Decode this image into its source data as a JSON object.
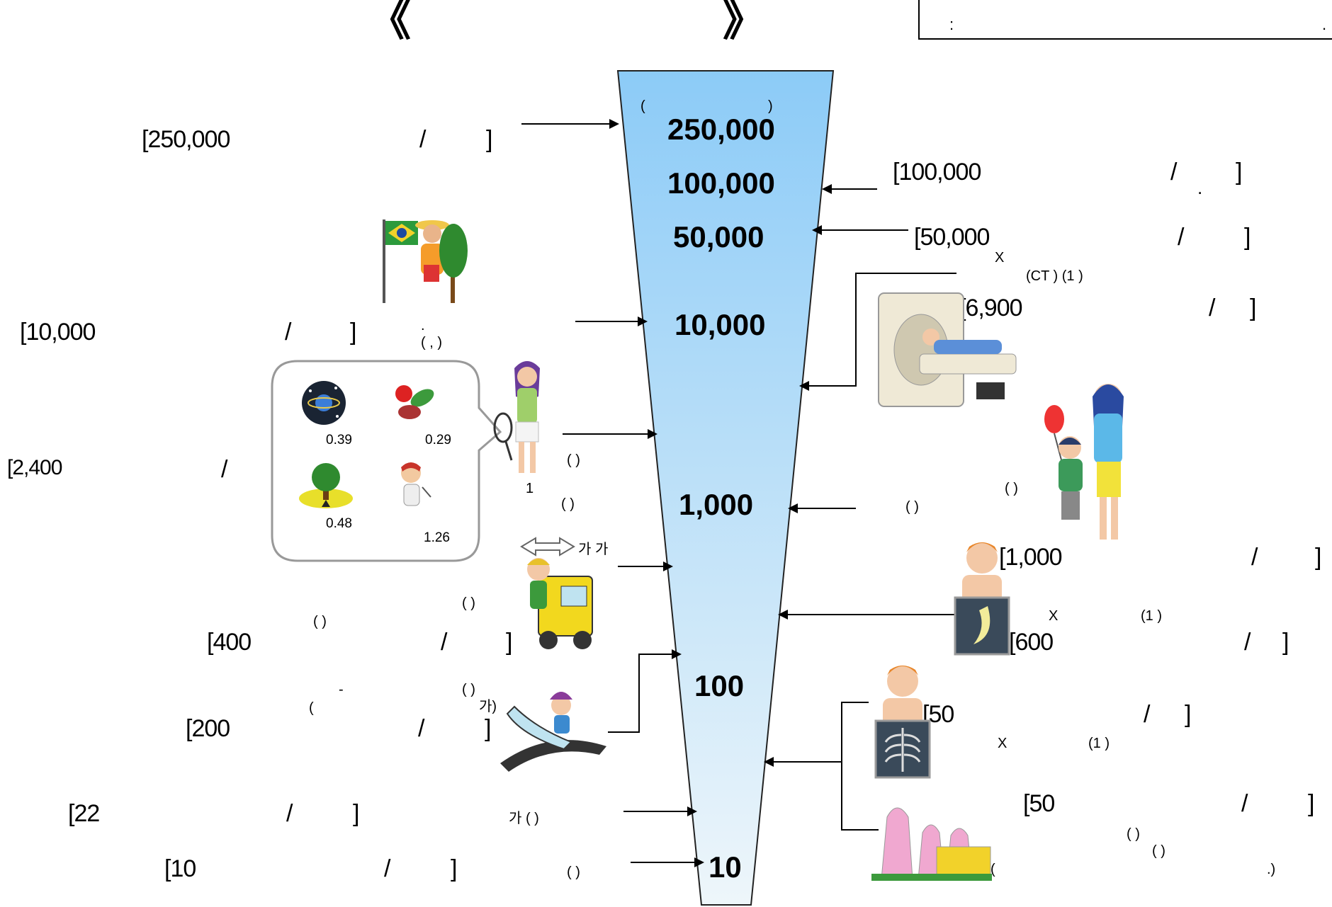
{
  "header": {
    "title_open": "《",
    "title_close": "》",
    "box_colon": ":",
    "box_period": "."
  },
  "funnel": {
    "gradient_top": "#8ccbf7",
    "gradient_bottom": "#eef6fa",
    "scale_values": [
      "250,000",
      "100,000",
      "50,000",
      "10,000",
      "1,000",
      "100",
      "10"
    ],
    "top_paren_open": "(",
    "top_paren_close": ")"
  },
  "left_labels": {
    "l250000": {
      "value": "[250,000",
      "slash": "/",
      "close": "]"
    },
    "l10000": {
      "value": "[10,000",
      "slash": "/",
      "close": "]"
    },
    "l2400": {
      "value": "[2,400",
      "slash": "/",
      "close": "]"
    },
    "l400": {
      "value": "[400",
      "slash": "/",
      "close": "]"
    },
    "l200": {
      "value": "[200",
      "slash": "/",
      "close": "]"
    },
    "l22": {
      "value": "[22",
      "slash": "/",
      "close": "]"
    },
    "l10": {
      "value": "[10",
      "slash": "/",
      "close": "]"
    }
  },
  "right_labels": {
    "r100000": {
      "value": "[100,000",
      "slash": "/",
      "close": "]",
      "dot": "."
    },
    "r50000": {
      "value": "[50,000",
      "slash": "/",
      "close": "]"
    },
    "r6900": {
      "value": "[6,900",
      "slash": "/",
      "close": "]"
    },
    "r1000": {
      "value": "[1,000",
      "slash": "/",
      "close": "]"
    },
    "r600": {
      "value": "[600",
      "slash": "/",
      "close": "]"
    },
    "r50a": {
      "value": "[50",
      "slash": "/",
      "close": "]"
    },
    "r50b": {
      "value": "[50",
      "slash": "/",
      "close": "]"
    }
  },
  "small_texts": {
    "brazil_dot": ".",
    "brazil_paren": "(        ,                   )",
    "tennis_paren": "(              )",
    "one": "1",
    "one_paren": "(      )",
    "truck_arrow_text": "가  가",
    "truck_paren1": "(     )",
    "truck_paren2": "(                              )",
    "plane_dash": "-",
    "plane_paren1": "(     )",
    "plane_paren2": "(",
    "plane_ga": "가)",
    "ga_paren": "가  (      )",
    "ten_paren": "(      )",
    "ct_x": "X",
    "ct_text": "(CT      ) (1    )",
    "family_paren1": "(     )",
    "family_paren2": "(                    )",
    "stomach_x": "X",
    "stomach_paren": "(1    )",
    "chest_x": "X",
    "chest_paren": "(1    )",
    "plant_paren1": "(     )",
    "plant_paren2": "(     )",
    "plant_paren3": "(",
    "plant_end": ".)"
  },
  "natural_sources": {
    "space": "0.39",
    "food": "0.29",
    "ground": "0.48",
    "radon": "1.26"
  },
  "icons": [
    "brazil-flag-person-icon",
    "tennis-player-icon",
    "space-icon",
    "food-icon",
    "ground-icon",
    "radon-breathing-icon",
    "truck-driver-icon",
    "airplane-passenger-icon",
    "ct-scanner-icon",
    "mother-child-icon",
    "stomach-xray-icon",
    "chest-xray-icon",
    "power-plant-icon"
  ]
}
